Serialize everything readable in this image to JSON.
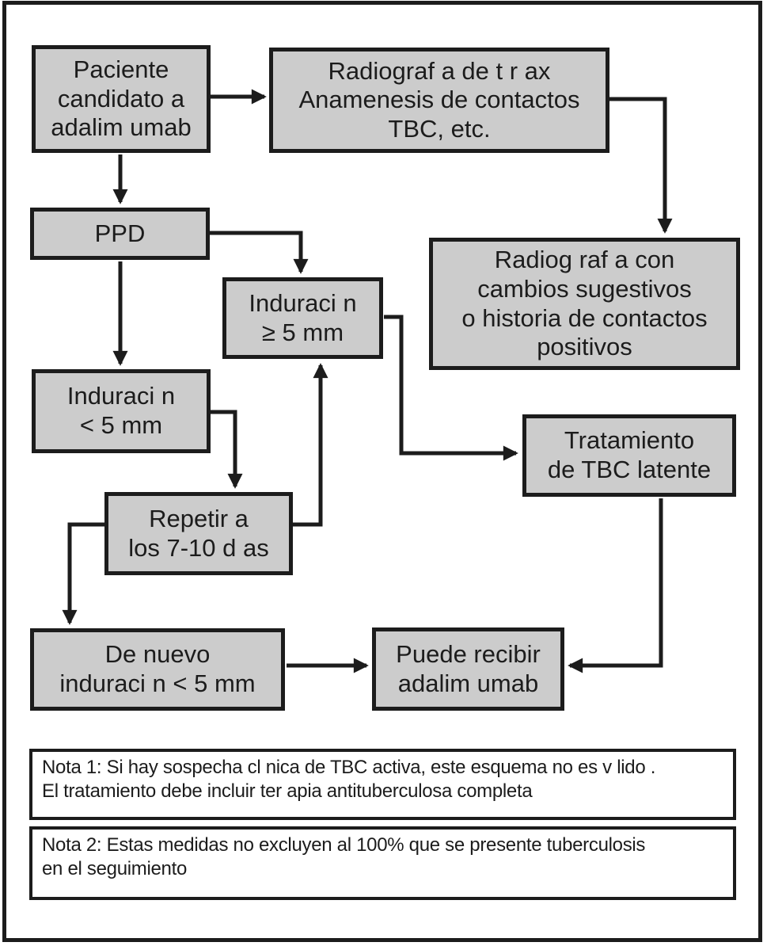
{
  "boxes": {
    "paciente": "Paciente\ncandidato a\nadalim umab",
    "radiografia_torax": "Radiograf a de t r ax\nAnamenesis de contactos\nTBC, etc.",
    "ppd": "PPD",
    "induracion_mayor": "Induraci n\n≥ 5 mm",
    "radiografia_cambios": "Radiog raf a con\ncambios sugestivos\no historia de contactos\npositivos",
    "induracion_menor": "Induraci n\n< 5 mm",
    "tratamiento": "Tratamiento\nde TBC latente",
    "repetir": "Repetir a\nlos 7-10 d as",
    "de_nuevo": "De nuevo\ninduraci n < 5 mm",
    "puede_recibir": "Puede recibir\nadalim umab"
  },
  "notes": {
    "nota1": "Nota 1: Si hay sospecha cl nica de TBC activa, este esquema no es v lido .\nEl tratamiento debe incluir ter apia antituberculosa completa",
    "nota2": "Nota 2: Estas medidas no excluyen al 100% que se presente tuberculosis\nen el seguimiento"
  },
  "colors": {
    "box_fill": "#cccccc",
    "stroke": "#1c1c1c",
    "background": "#ffffff"
  }
}
